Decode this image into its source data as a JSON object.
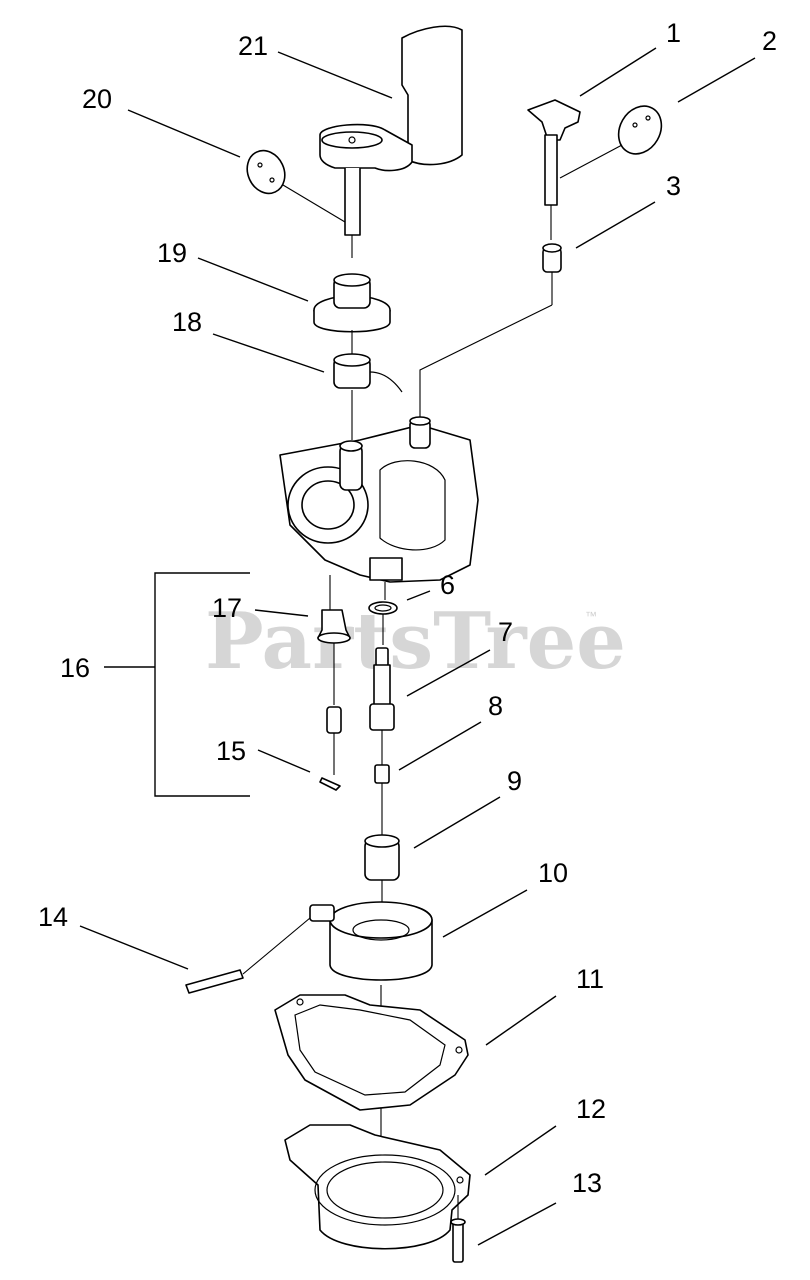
{
  "watermark": {
    "text": "PartsTree",
    "trademark": "™",
    "color": "#cfcfcf"
  },
  "callouts": [
    {
      "id": "1",
      "label": "1"
    },
    {
      "id": "2",
      "label": "2"
    },
    {
      "id": "3",
      "label": "3"
    },
    {
      "id": "6",
      "label": "6"
    },
    {
      "id": "7",
      "label": "7"
    },
    {
      "id": "8",
      "label": "8"
    },
    {
      "id": "9",
      "label": "9"
    },
    {
      "id": "10",
      "label": "10"
    },
    {
      "id": "11",
      "label": "11"
    },
    {
      "id": "12",
      "label": "12"
    },
    {
      "id": "13",
      "label": "13"
    },
    {
      "id": "14",
      "label": "14"
    },
    {
      "id": "15",
      "label": "15"
    },
    {
      "id": "16",
      "label": "16"
    },
    {
      "id": "17",
      "label": "17"
    },
    {
      "id": "18",
      "label": "18"
    },
    {
      "id": "19",
      "label": "19"
    },
    {
      "id": "20",
      "label": "20"
    },
    {
      "id": "21",
      "label": "21"
    }
  ]
}
